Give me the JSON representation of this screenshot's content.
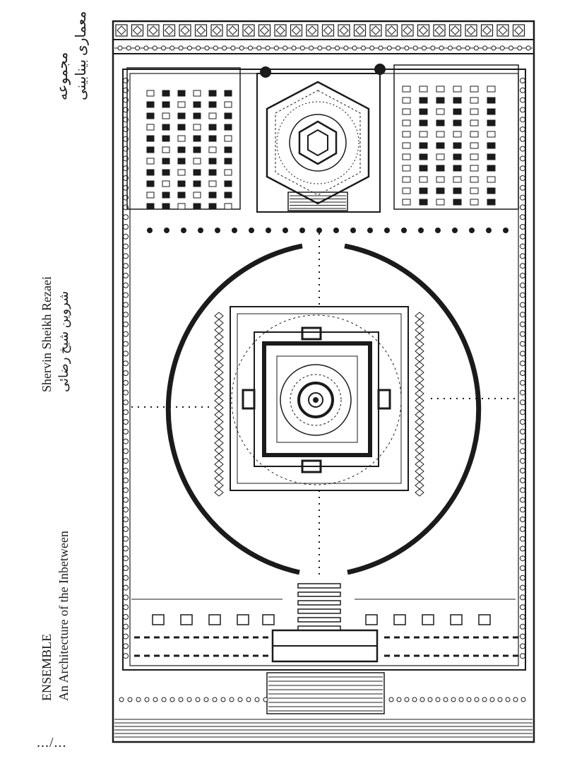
{
  "cover": {
    "series_line1": "مجموعه",
    "series_line2": "معماری بینابینی",
    "author_en": "Shervin Sheikh Rezaei",
    "author_fa": "شروین شیخ رضائی",
    "title": "ENSEMBLE",
    "subtitle": "An Architecture of the Inbetween",
    "page_marker": ".../..."
  },
  "colors": {
    "ink": "#1b1b1b",
    "paper": "#ffffff"
  },
  "drawing": {
    "icon": "site-plan-illustration"
  }
}
